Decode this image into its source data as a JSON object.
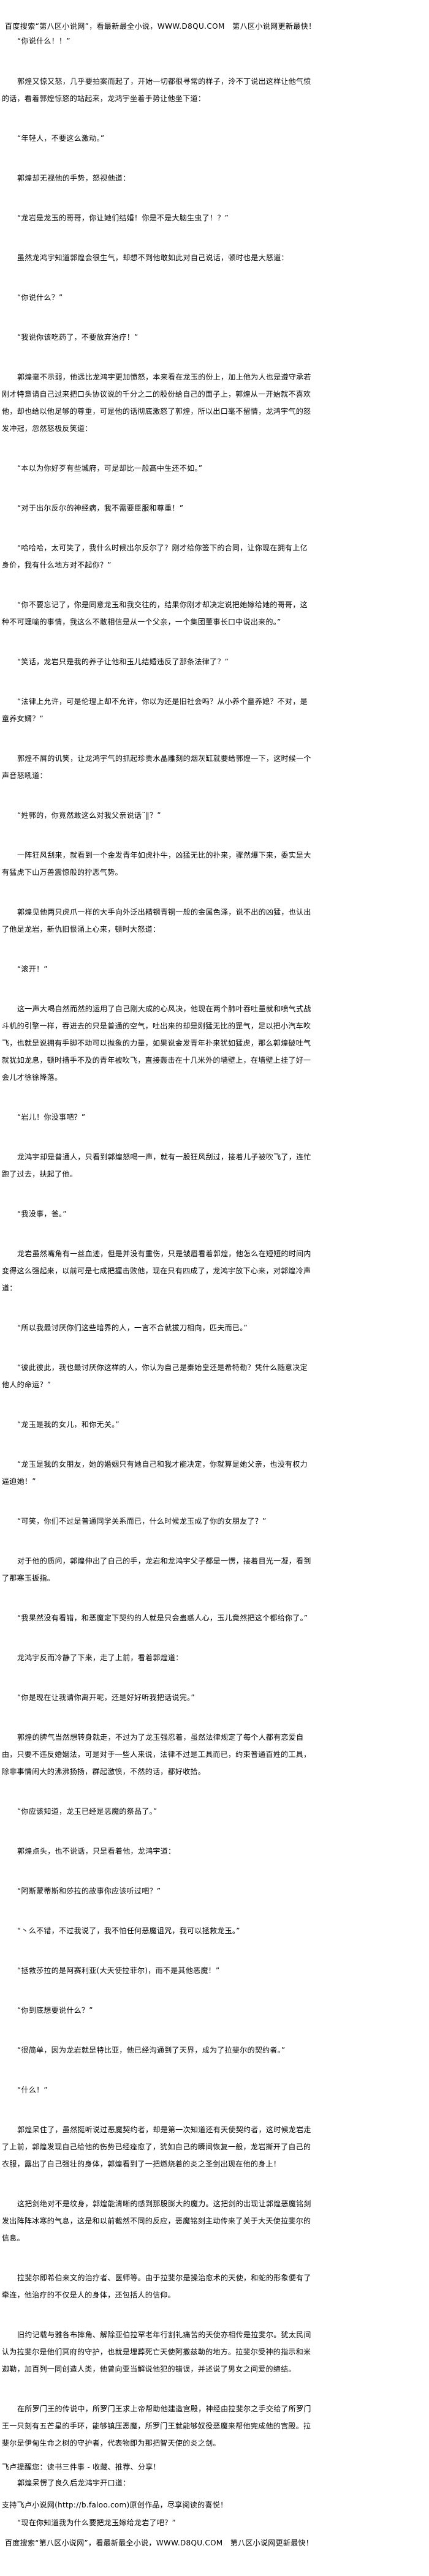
{
  "banner": "百度搜索“第八区小说网”，看最新最全小说，WWW.D8QU.COM　第八区小说网更新最快！",
  "paragraphs": [
    "“你说什么！！”",
    "郭煌又惊又怒，几乎要拍案而起了，开始一切都很寻常的样子，泠不丁说出这样让他气愤的话，看着郭煌惊怒的站起来，龙鸿宇坐着手势让他坐下道：",
    "“年轻人，不要这么激动。”",
    "郭煌却无视他的手势，怒视他道：",
    "“龙岩是龙玉的哥哥，你让她们结婚！你是不是大脑生虫了！？”",
    "虽然龙鸿宇知道郭煌会很生气，却想不到他敢如此对自己说话，顿时也是大怒道：",
    "“你说什么？”",
    "“我说你该吃药了，不要放弃治疗！”",
    "郭煌毫不示弱，他远比龙鸿宇更加愤怒，本来看在龙玉的份上，加上他为人也是遵守承若刚才特意请自己过来把口头协议说的千分之二的股份给自己的面子上，郭煌从一开始就不喜欢他，却也给以他足够的尊重，可是他的话彻底激怒了郭煌，所以出口毫不留情，龙鸿宇气的怒发冲冠，忽然怒极反笑道：",
    "“本以为你好歹有些城府，可是却比一般高中生还不如。”",
    "“对于出尔反尔的神经病，我不需要臣服和尊重！”",
    "“哈哈哈，太可笑了，我什么时候出尔反尔了？刚才给你签下的合同，让你现在拥有上亿身价，我有什么地方对不起你？”",
    "“你不要忘记了，你是同意龙玉和我交往的，结果你刚才却决定说把她嫁给她的哥哥，这种不可理喻的事情，我这么不敢相信是从一个父亲，一个集团董事长口中说出来的。”",
    "“笑话，龙岩只是我的养子让他和玉儿结婚违反了那条法律了？”",
    "“法律上允许，可是伦理上却不允许，你以为还是旧社会吗？从小养个童养媳？不对，是童养女婿？”",
    "郭煌不屑的讥笑，让龙鸿宇气的抓起珍贵水晶雕刻的烟灰缸就要给郭煌一下，这时候一个声音怒吼道：",
    "“姓郭的，你竟然敢这么对我父亲说话¨‖？”",
    "一阵狂风刮来，就看到一个金发青年如虎扑牛，凶猛无比的扑来，骤然爆下来，委实是大有猛虎下山万兽震惊般的狞恶气势。",
    "郭煌见他两只虎爪一样的大手向外泛出精钢青铜一般的金属色泽，说不出的凶猛，也认出了他是龙岩，新仇旧恨涌上心来，顿时大怒道：",
    "“滚开！”",
    "这一声大喝自然而然的运用了自己刚大成的心风决，他现在两个肺叶吞吐量就和喷气式战斗机的引擎一样，吞进去的只是普通的空气，吐出来的却是刚猛无比的罡气，足以把小汽车吹飞，也就是说拥有手脚不动可以抛象的力量，如果说金发青年扑来犹如猛虎，那么郭煌破吐气就犹如龙息，顿时措手不及的青年被吹飞，直接轰击在十几米外的墙壁上，在墙壁上挂了好一会儿才徐徐降落。",
    "“岩儿！你没事吧？”",
    "龙鸿宇却是普通人，只看到郭煌怒喝一声，就有一股狂风刮过，接着儿子被吹飞了，连忙跑了过去，扶起了他。",
    "“我没事，爸。”",
    "龙岩虽然嘴角有一丝血迹，但是并没有重伤，只是皱眉看着郭煌，他怎么在短短的时间内变得这么强起来，以前可是七成把握击败他，现在只有四成了，龙鸿宇放下心来，对郭煌冷声道：",
    "“所以我最讨厌你们这些暗界的人，一言不合就拔刀相向，匹夫而已。”",
    "“彼此彼此，我也最讨厌你这样的人，你认为自己是秦始皇还是希特勒？凭什么随意决定他人的命运？”",
    "“龙玉是我的女儿，和你无关。”",
    "“龙玉是我的女朋友，她的婚姻只有她自己和我才能决定，你就算是她父亲，也没有权力逼迫她！”",
    "“可笑，你们不过是普通同学关系而已，什么时候龙玉成了你的女朋友了？”",
    "对于他的质问，郭煌伸出了自己的手，龙岩和龙鸿宇父子都是一愣，接着目光一凝，看到了那寒玉扳指。",
    "“我果然没有看错，和恶魔定下契约的人就是只会蛊惑人心，玉儿竟然把这个都给你了。”",
    "龙鸿宇反而冷静了下来，走了上前，看着郭煌道：",
    "“你是现在让我请你离开呢，还是好好听我把话说完。”",
    "郭煌的脾气当然想转身就走，不过为了龙玉强忍着，虽然法律规定了每个人都有恋爱自由，只要不违反婚姻法，可是对于一些人来说，法律不过是工具而已，约束普通百姓的工具，除非事情闹大的沸沸扬扬，群起激愤，不然的话，都好收拾。",
    "“你应该知道，龙玉已经是恶魔的祭品了。”",
    "郭煌点头，也不说话，只是看着他，龙鸿宇道：",
    "“阿斯蒙蒂斯和莎拉的故事你应该听过吧？”",
    "“丶么不错，不过我说了，我不怕任何恶魔诅咒，我可以拯救龙玉。”",
    "“拯救莎拉的是阿赛利亚(大天使拉菲尔)，而不是其他恶魔！”",
    "“你到底想要说什么？”",
    "“很简单，因为龙岩就是特比亚，他已经沟通到了天界，成为了拉斐尔的契约者。”",
    "“什么！”",
    "郭煌呆住了，虽然挺听说过恶魔契约者，却是第一次知道还有天使契约者，这时候龙岩走了上前，郭煌发现自己给他的伤势已经痊愈了，犹如自己的瞬间恢复一般，龙岩撕开了自己的衣服，露出了自己强壮的身体，郭煌看到了一把燃烧着的炎之圣剑出现在他的身上！",
    "这把剑绝对不是纹身，郭煌能清晰的感到那股膨大的魔力。这把剑的出现让郭煌恶魔铭刻发出阵阵冰寒的气息，这是和以前截然不同的反应，恶魔铭刻主动传来了关于大天使拉斐尔的信息。",
    "拉斐尔即希伯来文的治疗者、医师等。由于拉斐尔是操治愈术的天使，和蛇的形象便有了牵连，他治疗的不仅是人的身体，还包括人的信仰。",
    "旧约记载与雅各布摔角、解除亚伯拉罕老年行割礼痛苦的天使亦相传是拉斐尔。犹太民间认为拉斐尔是他们冥府的守护，也就是埋葬死亡天使阿撒兹勒的地方。拉斐尔受神的指示和米迦勒，加百列一同创造人类，他曾向亚当解说他犯的错误，并述说了男女之间爱的缔结。",
    "在所罗门王的传说中，所罗门王求上帝帮助他建造宫殿，神经由拉斐尔之手交给了所罗门王一只刻有五芒星的手环，能够镇压恶魔，所罗门王就能够奴役恶魔来帮他完成他的宫殿。拉斐尔是伊甸生命之树的守护者，代表物即为那把智天使的炎之剑。",
    "郭煌呆愣了良久后龙鸿宇开口道：",
    "“现在你知道我为什么要把龙玉嫁给龙岩了吧？”"
  ],
  "footer": {
    "reminder": "飞卢提醒您：读书三件事 - 收藏、推荐、分享！",
    "support": "支持飞卢小说网(http://b.faloo.com)原创作品，尽享阅读的喜悦！",
    "banner": "百度搜索“第八区小说网”，看最新最全小说，WWW.D8QU.COM　第八区小说网更新最快！"
  }
}
